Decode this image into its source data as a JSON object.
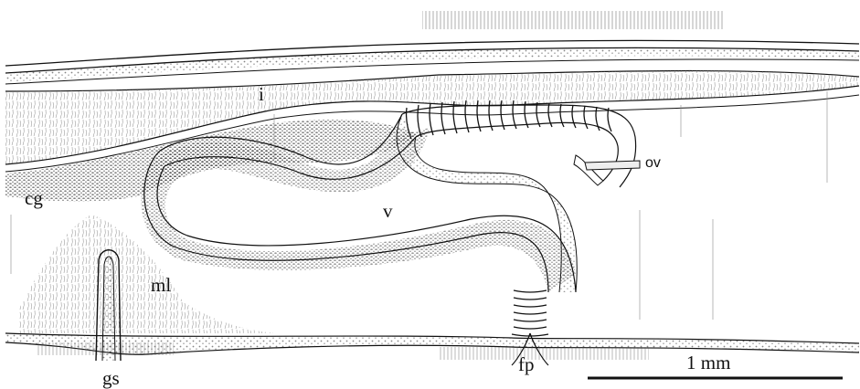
{
  "labels": {
    "i": "i",
    "cg": "cg",
    "v": "v",
    "ov": "ov",
    "ml": "ml",
    "gs": "gs",
    "fp": "fp"
  },
  "scale_bar": {
    "label": "1 mm"
  },
  "colors": {
    "ink": "#111111",
    "stipple": "#333333",
    "background": "#ffffff"
  }
}
